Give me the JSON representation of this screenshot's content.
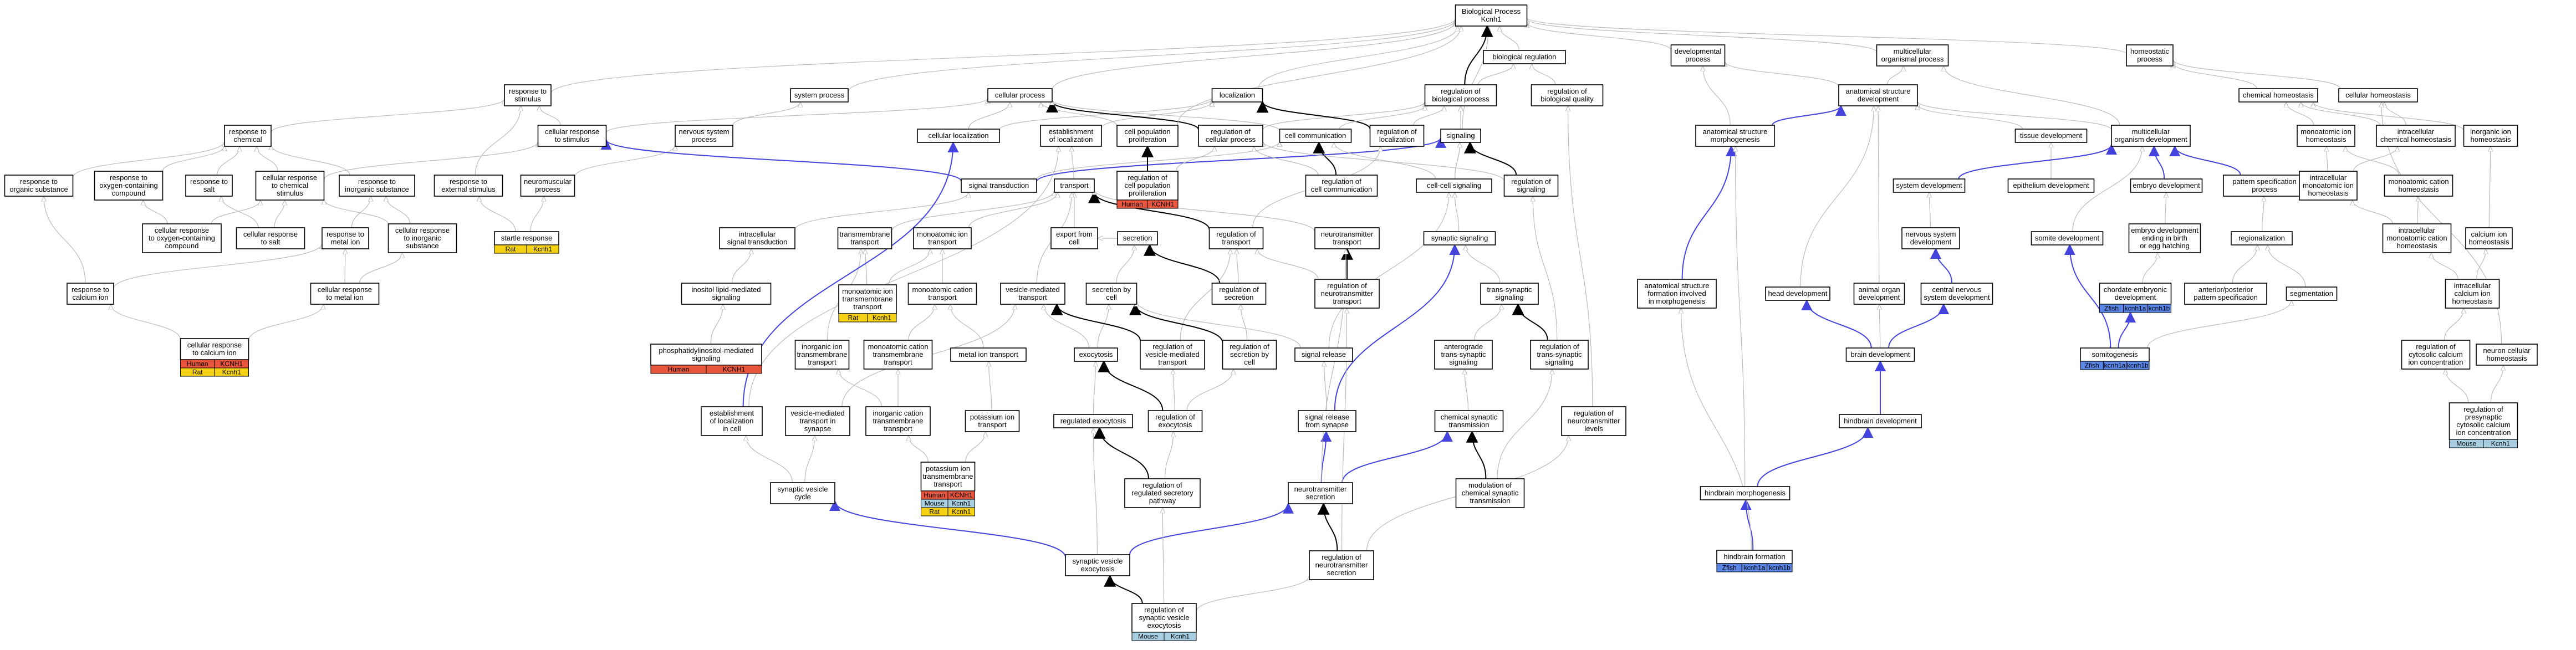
{
  "colors": {
    "edge_is_a": "#bbbbbb",
    "edge_part_of": "#4444dd",
    "edge_regulates": "#000000",
    "Human": "#e8553d",
    "Mouse": "#a9cfe3",
    "Rat": "#f6d215",
    "Zfish": "#5a86e8"
  },
  "nodes": [
    {
      "id": "root",
      "lines": [
        "Biological Process",
        "Kcnh1"
      ]
    },
    {
      "id": "biolreg",
      "lines": [
        "biological regulation"
      ]
    },
    {
      "id": "devproc",
      "lines": [
        "developmental",
        "process"
      ]
    },
    {
      "id": "multiorg",
      "lines": [
        "multicellular",
        "organismal process"
      ]
    },
    {
      "id": "homeo",
      "lines": [
        "homeostatic",
        "process"
      ]
    },
    {
      "id": "resp_stim",
      "lines": [
        "response to",
        "stimulus"
      ]
    },
    {
      "id": "sysproc",
      "lines": [
        "system process"
      ]
    },
    {
      "id": "cellproc",
      "lines": [
        "cellular process"
      ]
    },
    {
      "id": "localization",
      "lines": [
        "localization"
      ]
    },
    {
      "id": "reg_bp",
      "lines": [
        "regulation of",
        "biological process"
      ]
    },
    {
      "id": "reg_bq",
      "lines": [
        "regulation of",
        "biological quality"
      ]
    },
    {
      "id": "as_dev",
      "lines": [
        "anatomical structure",
        "development"
      ]
    },
    {
      "id": "chem_homeo",
      "lines": [
        "chemical homeostasis"
      ]
    },
    {
      "id": "cell_homeo",
      "lines": [
        "cellular homeostasis"
      ]
    },
    {
      "id": "resp_chem",
      "lines": [
        "response to",
        "chemical"
      ]
    },
    {
      "id": "cell_resp_stim",
      "lines": [
        "cellular response",
        "to stimulus"
      ]
    },
    {
      "id": "nervsys",
      "lines": [
        "nervous system",
        "process"
      ]
    },
    {
      "id": "cell_loc",
      "lines": [
        "cellular localization"
      ]
    },
    {
      "id": "estab_loc",
      "lines": [
        "establishment",
        "of localization"
      ]
    },
    {
      "id": "cpp",
      "lines": [
        "cell population",
        "proliferation"
      ]
    },
    {
      "id": "reg_cp",
      "lines": [
        "regulation of",
        "cellular process"
      ]
    },
    {
      "id": "cell_comm",
      "lines": [
        "cell communication"
      ]
    },
    {
      "id": "reg_loc",
      "lines": [
        "regulation of",
        "localization"
      ]
    },
    {
      "id": "signaling",
      "lines": [
        "signaling"
      ]
    },
    {
      "id": "asm",
      "lines": [
        "anatomical structure",
        "morphogenesis"
      ]
    },
    {
      "id": "tissue_dev",
      "lines": [
        "tissue development"
      ]
    },
    {
      "id": "mo_dev",
      "lines": [
        "multicellular",
        "organism development"
      ]
    },
    {
      "id": "mono_ion_homeo",
      "lines": [
        "monoatomic ion",
        "homeostasis"
      ]
    },
    {
      "id": "ic_chem_homeo",
      "lines": [
        "intracellular",
        "chemical homeostasis"
      ]
    },
    {
      "id": "inorg_ion_homeo",
      "lines": [
        "inorganic ion",
        "homeostasis"
      ]
    },
    {
      "id": "resp_org",
      "lines": [
        "response to",
        "organic substance"
      ]
    },
    {
      "id": "resp_oxy",
      "lines": [
        "response to",
        "oxygen-containing",
        "compound"
      ]
    },
    {
      "id": "resp_salt",
      "lines": [
        "response to",
        "salt"
      ]
    },
    {
      "id": "cell_resp_chem",
      "lines": [
        "cellular response",
        "to chemical",
        "stimulus"
      ]
    },
    {
      "id": "resp_inorg",
      "lines": [
        "response to",
        "inorganic substance"
      ]
    },
    {
      "id": "resp_ext",
      "lines": [
        "response to",
        "external stimulus"
      ]
    },
    {
      "id": "neuromusc",
      "lines": [
        "neuromuscular",
        "process"
      ]
    },
    {
      "id": "sig_trans",
      "lines": [
        "signal transduction"
      ]
    },
    {
      "id": "transport",
      "lines": [
        "transport"
      ]
    },
    {
      "id": "reg_cpp",
      "lines": [
        "regulation of",
        "cell population",
        "proliferation"
      ]
    },
    {
      "id": "reg_cc",
      "lines": [
        "regulation of",
        "cell communication"
      ]
    },
    {
      "id": "cc_sig",
      "lines": [
        "cell-cell signaling"
      ]
    },
    {
      "id": "reg_sig",
      "lines": [
        "regulation of",
        "signaling"
      ]
    },
    {
      "id": "epith_dev",
      "lines": [
        "epithelium development"
      ]
    },
    {
      "id": "sys_dev",
      "lines": [
        "system development"
      ]
    },
    {
      "id": "embryo_dev",
      "lines": [
        "embryo development"
      ]
    },
    {
      "id": "pattern",
      "lines": [
        "pattern specification",
        "process"
      ]
    },
    {
      "id": "ic_mono_homeo",
      "lines": [
        "intracellular",
        "monoatomic ion",
        "homeostasis"
      ]
    },
    {
      "id": "mono_cat_homeo",
      "lines": [
        "monoatomic cation",
        "homeostasis"
      ]
    },
    {
      "id": "cell_resp_oxy",
      "lines": [
        "cellular response",
        "to oxygen-containing",
        "compound"
      ]
    },
    {
      "id": "cell_resp_salt",
      "lines": [
        "cellular response",
        "to salt"
      ]
    },
    {
      "id": "resp_metal",
      "lines": [
        "response to",
        "metal ion"
      ]
    },
    {
      "id": "cell_resp_inorg",
      "lines": [
        "cellular response",
        "to inorganic",
        "substance"
      ]
    },
    {
      "id": "startle",
      "lines": [
        "startle response"
      ]
    },
    {
      "id": "ic_sig_trans",
      "lines": [
        "intracellular",
        "signal transduction"
      ]
    },
    {
      "id": "tm_transport",
      "lines": [
        "transmembrane",
        "transport"
      ]
    },
    {
      "id": "mono_ion_transport",
      "lines": [
        "monoatomic ion",
        "transport"
      ]
    },
    {
      "id": "export",
      "lines": [
        "export from",
        "cell"
      ]
    },
    {
      "id": "secretion",
      "lines": [
        "secretion"
      ]
    },
    {
      "id": "reg_transport",
      "lines": [
        "regulation of",
        "transport"
      ]
    },
    {
      "id": "nt_transport",
      "lines": [
        "neurotransmitter",
        "transport"
      ]
    },
    {
      "id": "syn_sig",
      "lines": [
        "synaptic signaling"
      ]
    },
    {
      "id": "nerv_dev",
      "lines": [
        "nervous system",
        "development"
      ]
    },
    {
      "id": "somite_dev",
      "lines": [
        "somite development"
      ]
    },
    {
      "id": "embryo_dev_birth",
      "lines": [
        "embryo development",
        "ending in birth",
        "or egg hatching"
      ]
    },
    {
      "id": "regionalization",
      "lines": [
        "regionalization"
      ]
    },
    {
      "id": "ic_mono_cat_homeo",
      "lines": [
        "intracellular",
        "monoatomic cation",
        "homeostasis"
      ]
    },
    {
      "id": "calcium_homeo",
      "lines": [
        "calcium ion",
        "homeostasis"
      ]
    },
    {
      "id": "resp_calcium",
      "lines": [
        "response to",
        "calcium ion"
      ]
    },
    {
      "id": "cell_resp_metal",
      "lines": [
        "cellular response",
        "to metal ion"
      ]
    },
    {
      "id": "pi_sig",
      "lines": [
        "inositol lipid-mediated",
        "signaling"
      ]
    },
    {
      "id": "mono_cat_transport",
      "lines": [
        "monoatomic cation",
        "transport"
      ]
    },
    {
      "id": "vesicle_transport",
      "lines": [
        "vesicle-mediated",
        "transport"
      ]
    },
    {
      "id": "sec_by_cell",
      "lines": [
        "secretion by",
        "cell"
      ]
    },
    {
      "id": "reg_secretion",
      "lines": [
        "regulation of",
        "secretion"
      ]
    },
    {
      "id": "reg_nt_transport",
      "lines": [
        "regulation of",
        "neurotransmitter",
        "transport"
      ]
    },
    {
      "id": "trans_syn",
      "lines": [
        "trans-synaptic",
        "signaling"
      ]
    },
    {
      "id": "asm_morpho",
      "lines": [
        "anatomical structure",
        "formation involved",
        "in morphogenesis"
      ]
    },
    {
      "id": "head_dev",
      "lines": [
        "head development"
      ]
    },
    {
      "id": "animal_organ",
      "lines": [
        "animal organ",
        "development"
      ]
    },
    {
      "id": "cns_dev",
      "lines": [
        "central nervous",
        "system development"
      ]
    },
    {
      "id": "chordate_dev",
      "lines": [
        "chordate embryonic",
        "development"
      ]
    },
    {
      "id": "ap_pattern",
      "lines": [
        "anterior/posterior",
        "pattern specification"
      ]
    },
    {
      "id": "segmentation",
      "lines": [
        "segmentation"
      ]
    },
    {
      "id": "ic_calcium_homeo",
      "lines": [
        "intracellular",
        "calcium ion",
        "homeostasis"
      ]
    },
    {
      "id": "cell_resp_calcium",
      "lines": [
        "cellular response",
        "to calcium ion"
      ]
    },
    {
      "id": "phosph_sig",
      "lines": [
        "phosphatidylinositol-mediated",
        "signaling"
      ]
    },
    {
      "id": "inorg_ion_tm",
      "lines": [
        "inorganic ion",
        "transmembrane",
        "transport"
      ]
    },
    {
      "id": "mono_cat_tm",
      "lines": [
        "monoatomic cation",
        "transmembrane",
        "transport"
      ]
    },
    {
      "id": "metal_ion_transport",
      "lines": [
        "metal ion transport"
      ]
    },
    {
      "id": "mono_ion_tm",
      "lines": [
        "monoatomic ion",
        "transmembrane",
        "transport"
      ]
    },
    {
      "id": "exocytosis",
      "lines": [
        "exocytosis"
      ]
    },
    {
      "id": "reg_vesicle",
      "lines": [
        "regulation of",
        "vesicle-mediated",
        "transport"
      ]
    },
    {
      "id": "reg_sec_cell",
      "lines": [
        "regulation of",
        "secretion by",
        "cell"
      ]
    },
    {
      "id": "signal_release",
      "lines": [
        "signal release"
      ]
    },
    {
      "id": "antero_trans",
      "lines": [
        "anterograde",
        "trans-synaptic",
        "signaling"
      ]
    },
    {
      "id": "reg_trans_syn",
      "lines": [
        "regulation of",
        "trans-synaptic",
        "signaling"
      ]
    },
    {
      "id": "brain_dev",
      "lines": [
        "brain development"
      ]
    },
    {
      "id": "somitogenesis",
      "lines": [
        "somitogenesis"
      ]
    },
    {
      "id": "reg_cyto_calcium",
      "lines": [
        "regulation of",
        "cytosolic calcium",
        "ion concentration"
      ]
    },
    {
      "id": "neuron_homeo",
      "lines": [
        "neuron cellular",
        "homeostasis"
      ]
    },
    {
      "id": "estab_loc_cell",
      "lines": [
        "establishment",
        "of localization",
        "in cell"
      ]
    },
    {
      "id": "vesicle_syn",
      "lines": [
        "vesicle-mediated",
        "transport in",
        "synapse"
      ]
    },
    {
      "id": "inorg_cat_tm",
      "lines": [
        "inorganic cation",
        "transmembrane",
        "transport"
      ]
    },
    {
      "id": "potassium_transport",
      "lines": [
        "potassium ion",
        "transport"
      ]
    },
    {
      "id": "reg_exocytosis_lbl",
      "lines": [
        "regulated exocytosis"
      ]
    },
    {
      "id": "reg_exocytosis",
      "lines": [
        "regulation of",
        "exocytosis"
      ]
    },
    {
      "id": "sig_release_syn",
      "lines": [
        "signal release",
        "from synapse"
      ]
    },
    {
      "id": "chem_syn",
      "lines": [
        "chemical synaptic",
        "transmission"
      ]
    },
    {
      "id": "reg_nt_levels",
      "lines": [
        "regulation of",
        "neurotransmitter",
        "levels"
      ]
    },
    {
      "id": "hindbrain_dev",
      "lines": [
        "hindbrain development"
      ]
    },
    {
      "id": "reg_presyn_calcium",
      "lines": [
        "regulation of",
        "presynaptic",
        "cytosolic calcium",
        "ion concentration"
      ]
    },
    {
      "id": "potassium_tm",
      "lines": [
        "potassium ion",
        "transmembrane",
        "transport"
      ]
    },
    {
      "id": "syn_vesicle_cycle",
      "lines": [
        "synaptic vesicle",
        "cycle"
      ]
    },
    {
      "id": "reg_reg_sec",
      "lines": [
        "regulation of",
        "regulated secretory",
        "pathway"
      ]
    },
    {
      "id": "nt_secretion",
      "lines": [
        "neurotransmitter",
        "secretion"
      ]
    },
    {
      "id": "mod_chem_syn",
      "lines": [
        "modulation of",
        "chemical synaptic",
        "transmission"
      ]
    },
    {
      "id": "hindbrain_morph",
      "lines": [
        "hindbrain morphogenesis"
      ]
    },
    {
      "id": "syn_vesicle_exo",
      "lines": [
        "synaptic vesicle",
        "exocytosis"
      ]
    },
    {
      "id": "reg_nt_sec",
      "lines": [
        "regulation of",
        "neurotransmitter",
        "secretion"
      ]
    },
    {
      "id": "hindbrain_form",
      "lines": [
        "hindbrain formation"
      ]
    },
    {
      "id": "reg_syn_vesicle_exo",
      "lines": [
        "regulation of",
        "synaptic vesicle",
        "exocytosis"
      ]
    }
  ],
  "annotations": [
    {
      "node": "reg_cpp",
      "rows": [
        [
          "Human",
          "KCNH1"
        ]
      ]
    },
    {
      "node": "startle",
      "rows": [
        [
          "Rat",
          "Kcnh1"
        ]
      ]
    },
    {
      "node": "cell_resp_calcium",
      "rows": [
        [
          "Human",
          "KCNH1"
        ],
        [
          "Rat",
          "Kcnh1"
        ]
      ]
    },
    {
      "node": "phosph_sig",
      "rows": [
        [
          "Human",
          "KCNH1"
        ]
      ]
    },
    {
      "node": "mono_ion_tm",
      "rows": [
        [
          "Rat",
          "Kcnh1"
        ]
      ]
    },
    {
      "node": "potassium_tm",
      "rows": [
        [
          "Human",
          "KCNH1"
        ],
        [
          "Mouse",
          "Kcnh1"
        ],
        [
          "Rat",
          "Kcnh1"
        ]
      ]
    },
    {
      "node": "chordate_dev",
      "rows": [
        [
          "Zfish",
          "kcnh1a",
          "kcnh1b"
        ]
      ]
    },
    {
      "node": "somitogenesis",
      "rows": [
        [
          "Zfish",
          "kcnh1a",
          "kcnh1b"
        ]
      ]
    },
    {
      "node": "hindbrain_form",
      "rows": [
        [
          "Zfish",
          "kcnh1a",
          "kcnh1b"
        ]
      ]
    },
    {
      "node": "reg_presyn_calcium",
      "rows": [
        [
          "Mouse",
          "Kcnh1"
        ]
      ]
    },
    {
      "node": "reg_syn_vesicle_exo",
      "rows": [
        [
          "Mouse",
          "Kcnh1"
        ]
      ]
    }
  ]
}
